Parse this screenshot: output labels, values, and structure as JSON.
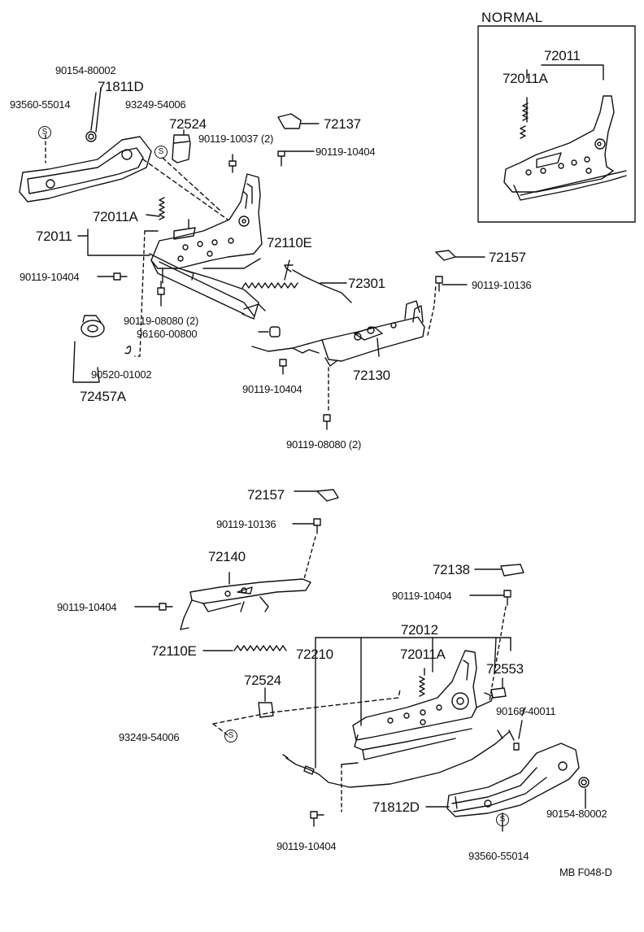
{
  "inset_title": "NORMAL",
  "footer_code": "MB  F048-D",
  "symbol_s": "S",
  "labels": {
    "ins_72011": "72011",
    "ins_72011A": "72011A",
    "t_90154_80002": "90154-80002",
    "t_71811D": "71811D",
    "t_93560_55014": "93560-55014",
    "t_93249_54006": "93249-54006",
    "t_72524": "72524",
    "t_90119_10037": "90119-10037 (2)",
    "t_72137": "72137",
    "t_90119_10404_a": "90119-10404",
    "t_72011A": "72011A",
    "t_72011": "72011",
    "t_72110E": "72110E",
    "t_72157": "72157",
    "t_90119_10404_b": "90119-10404",
    "t_72301": "72301",
    "t_90119_10136": "90119-10136",
    "t_90119_08080_a": "90119-08080 (2)",
    "t_96160_00800": "96160-00800",
    "t_90520_01002": "90520-01002",
    "t_72130": "72130",
    "t_90119_10404_c": "90119-10404",
    "t_72457A": "72457A",
    "t_90119_08080_b": "90119-08080 (2)",
    "b_72157": "72157",
    "b_90119_10136": "90119-10136",
    "b_72140": "72140",
    "b_72138": "72138",
    "b_90119_10404_a": "90119-10404",
    "b_90119_10404_b": "90119-10404",
    "b_72012": "72012",
    "b_72110E": "72110E",
    "b_72210": "72210",
    "b_72011A": "72011A",
    "b_72524": "72524",
    "b_72553": "72553",
    "b_90168_40011": "90168-40011",
    "b_93249_54006": "93249-54006",
    "b_71812D": "71812D",
    "b_90154_80002": "90154-80002",
    "b_90119_10404_c": "90119-10404",
    "b_93560_55014": "93560-55014"
  }
}
